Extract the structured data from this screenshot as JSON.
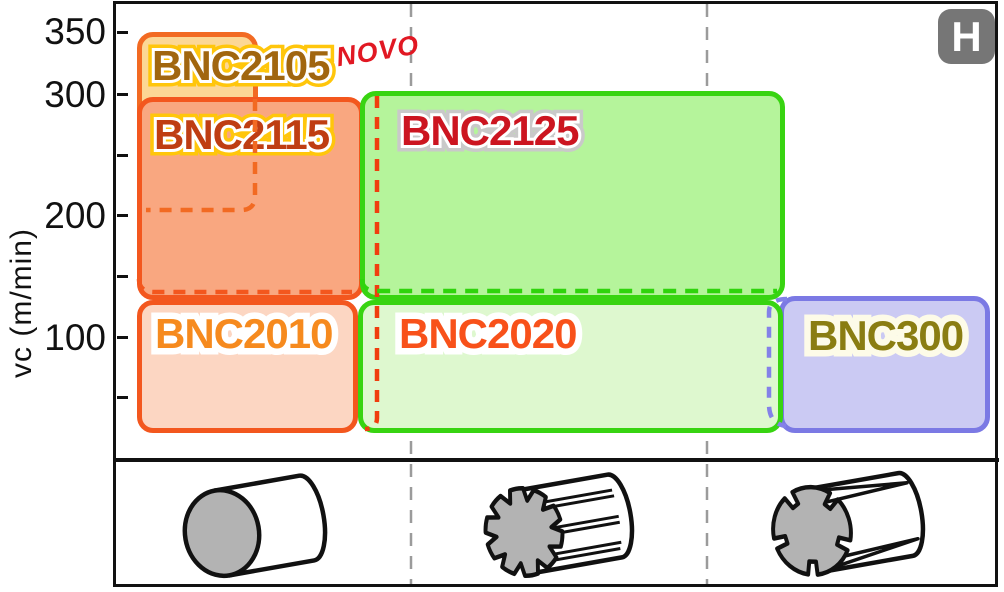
{
  "badge": {
    "label": "H",
    "bg": "#767676",
    "fg": "#ffffff"
  },
  "axis": {
    "ylabel": "vc (m/min)",
    "yticks": [
      {
        "label": "350",
        "value": 350
      },
      {
        "label": "300",
        "value": 300
      },
      {
        "label": "200",
        "value": 200
      },
      {
        "label": "100",
        "value": 100
      }
    ]
  },
  "novo": {
    "label": "NOVO",
    "color": "#e11823"
  },
  "boxes": [
    {
      "label": "BNC2105",
      "fill": "#fcd795",
      "border": "#f26a22",
      "text_fill": "#a1660f",
      "ring_inner": "#ffffff",
      "ring_outer": "#ffc60b",
      "vc_range": "200-350"
    },
    {
      "label": "BNC2115",
      "fill": "#f9a780",
      "border": "#f3571e",
      "text_fill": "#bf3d12",
      "ring_inner": "#ffffff",
      "ring_outer": "#ffc60b",
      "vc_range": "135-300"
    },
    {
      "label": "BNC2125",
      "fill": "#b5f49b",
      "border": "#38d411",
      "text_fill": "#cc1520",
      "ring_inner": "#ffffff",
      "ring_outer": "#c9c9c9",
      "vc_range": "135-300"
    },
    {
      "label": "BNC2010",
      "fill": "#fcd6c2",
      "border": "#f3571e",
      "text_fill": "#f68a1e",
      "ring_inner": "#ffffff",
      "ring_outer": "#ffffff",
      "vc_range": "20-130"
    },
    {
      "label": "BNC2020",
      "fill": "#def8cf",
      "border": "#38d411",
      "text_fill": "#f8511a",
      "ring_inner": "#ffffff",
      "ring_outer": "#ffffff",
      "vc_range": "20-130"
    },
    {
      "label": "BNC300",
      "fill": "#cbcaf3",
      "border": "#7b79e4",
      "text_fill": "#8a7d12",
      "ring_inner": "#fdfbe8",
      "ring_outer": "#fdfbe8",
      "vc_range": "20-135"
    }
  ],
  "icons": [
    {
      "name": "smooth-cylinder-icon"
    },
    {
      "name": "splined-cylinder-icon"
    },
    {
      "name": "keyway-cylinder-icon"
    }
  ],
  "chart_data": {
    "type": "area",
    "title": "",
    "ylabel": "vc (m/min)",
    "ylim": [
      0,
      375
    ],
    "yticks_major": [
      100,
      200,
      300,
      350
    ],
    "yticks_minor": [
      50,
      150,
      250
    ],
    "x_axis": {
      "kind": "pictorial-machining-interruption",
      "zones": [
        "continuous cut (smooth cylinder)",
        "interrupted cut (splined cylinder)",
        "heavy interrupted cut (keyway cylinder)"
      ],
      "zone_dividers": "gray dashed vertical lines"
    },
    "series": [
      {
        "name": "BNC2105",
        "vc_solid": [
          300,
          350
        ],
        "vc_dashed": [
          200,
          300
        ],
        "x_zone": "continuous",
        "badge": "NOVO"
      },
      {
        "name": "BNC2115",
        "vc_solid": [
          135,
          300
        ],
        "x_zone": "continuous",
        "dashed_extension": "slightly into interrupted zone"
      },
      {
        "name": "BNC2125",
        "vc_solid": [
          135,
          300
        ],
        "x_zone": "interrupted"
      },
      {
        "name": "BNC2010",
        "vc_solid": [
          20,
          130
        ],
        "x_zone": "continuous"
      },
      {
        "name": "BNC2020",
        "vc_solid": [
          20,
          130
        ],
        "x_zone": "interrupted"
      },
      {
        "name": "BNC300",
        "vc_solid": [
          20,
          135
        ],
        "x_zone": "heavy-interrupted",
        "dashed_extension": "slightly into interrupted zone"
      }
    ],
    "grid": "vertical dashed zone dividers only",
    "legend_position": "none",
    "corner_badge": "H (hardened material ISO class)"
  }
}
